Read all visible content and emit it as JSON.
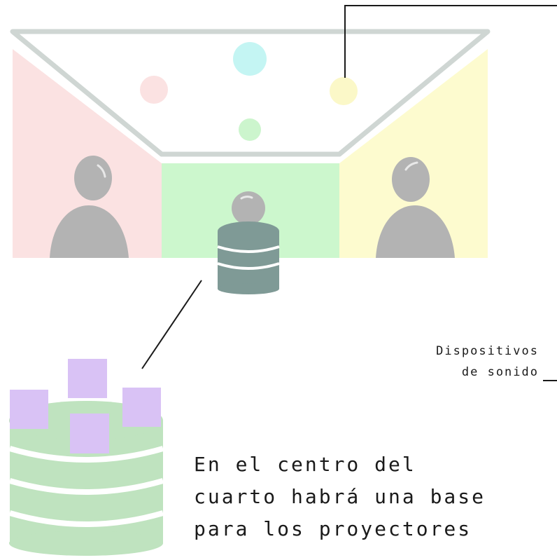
{
  "labels": {
    "sound_devices_line1": "Dispositivos",
    "sound_devices_line2": "de sonido",
    "base_line1": "En el centro del",
    "base_line2": "cuarto habrá una base",
    "base_line3": "para los proyectores"
  },
  "colors": {
    "left_wall": "#fbe2e2",
    "center_wall": "#ccf7cd",
    "right_wall": "#fdfbcf",
    "ceiling_frame": "#cfd6d3",
    "speaker_cyan": "#c4f5f3",
    "speaker_pink": "#fbe2e2",
    "speaker_green": "#ccf5cd",
    "speaker_yellow": "#fbf8c8",
    "person": "#b3b3b3",
    "small_base": "#7f9a96",
    "large_base": "#bfe3bf",
    "projector": "#d9c2f5",
    "line": "#1a1a1a"
  }
}
